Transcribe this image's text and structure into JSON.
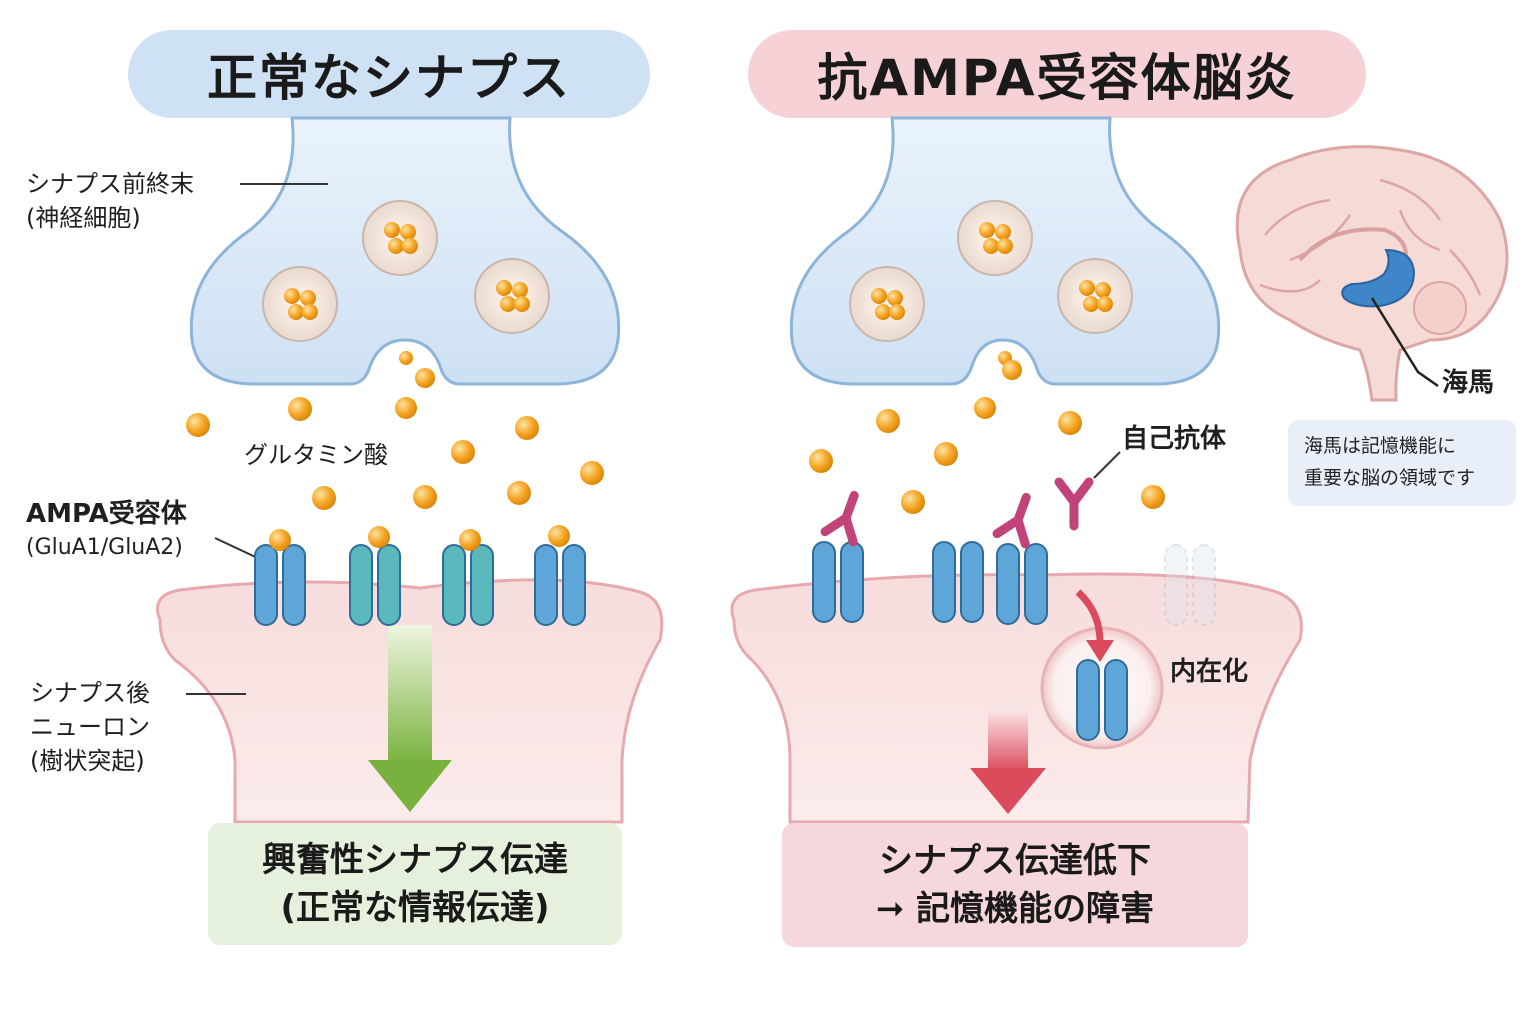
{
  "titles": {
    "normal": "正常なシナプス",
    "disease": "抗AMPA受容体脳炎"
  },
  "labels": {
    "presynaptic_line1": "シナプス前終末",
    "presynaptic_line2": "(神経細胞)",
    "glutamate": "グルタミン酸",
    "ampa_receptor": "AMPA受容体",
    "ampa_subunits": "(GluA1/GluA2)",
    "postsynaptic_line1": "シナプス後",
    "postsynaptic_line2": "ニューロン",
    "postsynaptic_line3": "(樹状突起)",
    "autoantibody": "自己抗体",
    "internalization": "内在化",
    "hippocampus": "海馬"
  },
  "results": {
    "normal_line1": "興奮性シナプス伝達",
    "normal_line2": "(正常な情報伝達)",
    "disease_line1": "シナプス伝達低下",
    "disease_line2": "➞ 記憶機能の障害"
  },
  "note": {
    "line1": "海馬は記憶機能に",
    "line2": "重要な脳の領域です"
  },
  "colors": {
    "normal_title_bg": "#cfe1f4",
    "disease_title_bg": "#f6d2d7",
    "glutamate": "#f4a321",
    "receptor_blue": "#5fa6d8",
    "receptor_teal": "#5ab9bd",
    "antibody": "#c2437a",
    "normal_arrow": "#7cb342",
    "disease_arrow": "#dc4b5c",
    "hippocampus": "#3f86c9"
  }
}
